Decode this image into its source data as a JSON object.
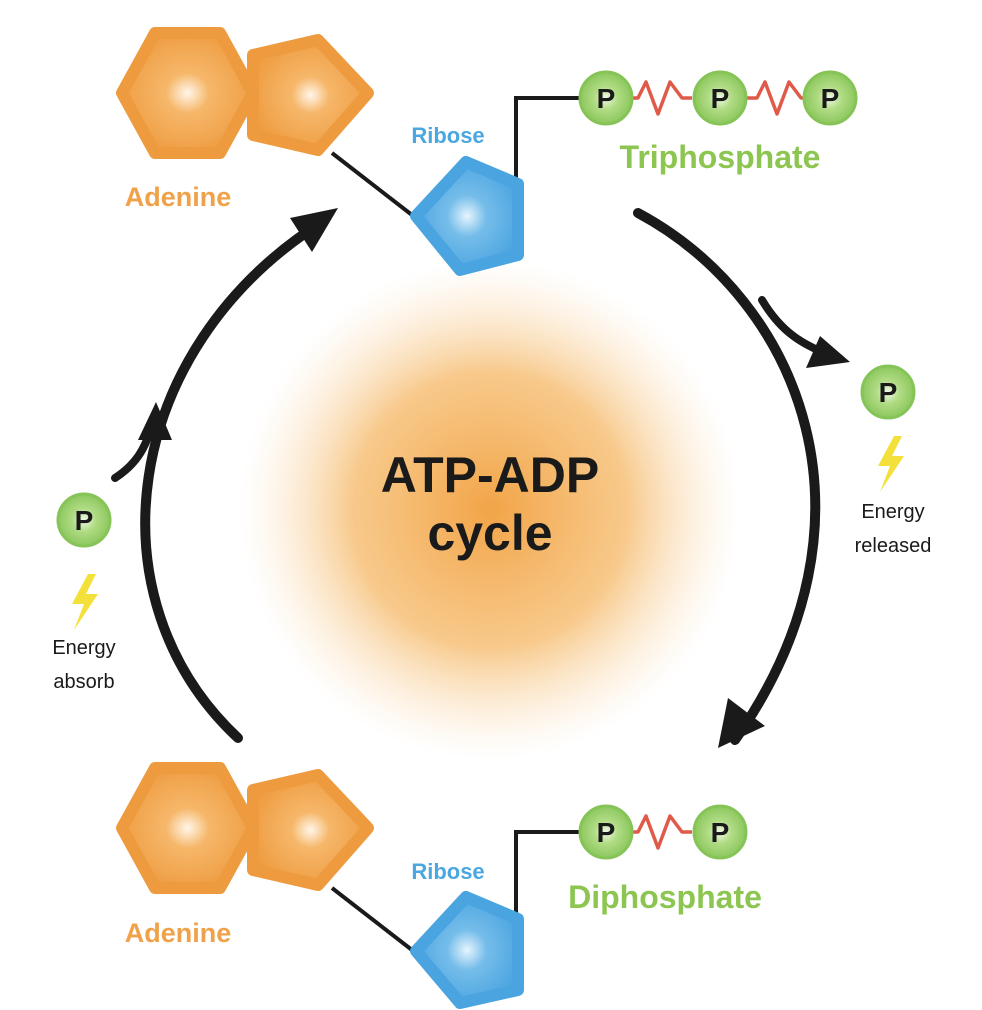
{
  "title_line1": "ATP-ADP",
  "title_line2": "cycle",
  "phosphate_symbol": "P",
  "atp": {
    "base_label": "Adenine",
    "sugar_label": "Ribose",
    "phosphate_label": "Triphosphate"
  },
  "adp": {
    "base_label": "Adenine",
    "sugar_label": "Ribose",
    "phosphate_label": "Diphosphate"
  },
  "released": {
    "line1": "Energy",
    "line2": "released"
  },
  "absorbed": {
    "line1": "Energy",
    "line2": "absorb"
  },
  "colors": {
    "adenine": "#f0a24a",
    "ribose": "#58aee4",
    "phosphate": "#8fcb5e",
    "bond": "#e05a4a",
    "lightning": "#f4e03a",
    "arrow": "#1a1a1a",
    "adenine_text": "#f0a24a",
    "ribose_text": "#4ba7e0",
    "phosphate_text": "#8cc651"
  }
}
